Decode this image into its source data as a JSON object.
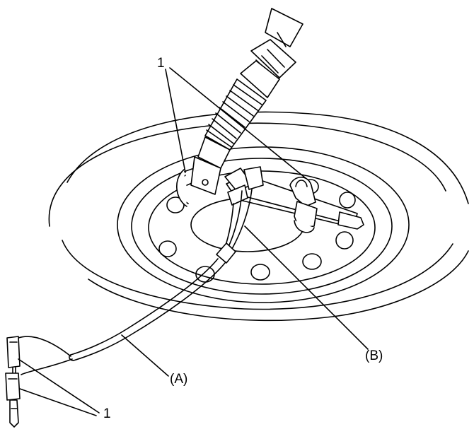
{
  "labels": {
    "callout_1_top": "1",
    "callout_1_bottom": "1",
    "callout_a": "(A)",
    "callout_b": "(B)"
  },
  "colors": {
    "line": "#000000",
    "background": "#ffffff",
    "fill": "#ffffff"
  }
}
